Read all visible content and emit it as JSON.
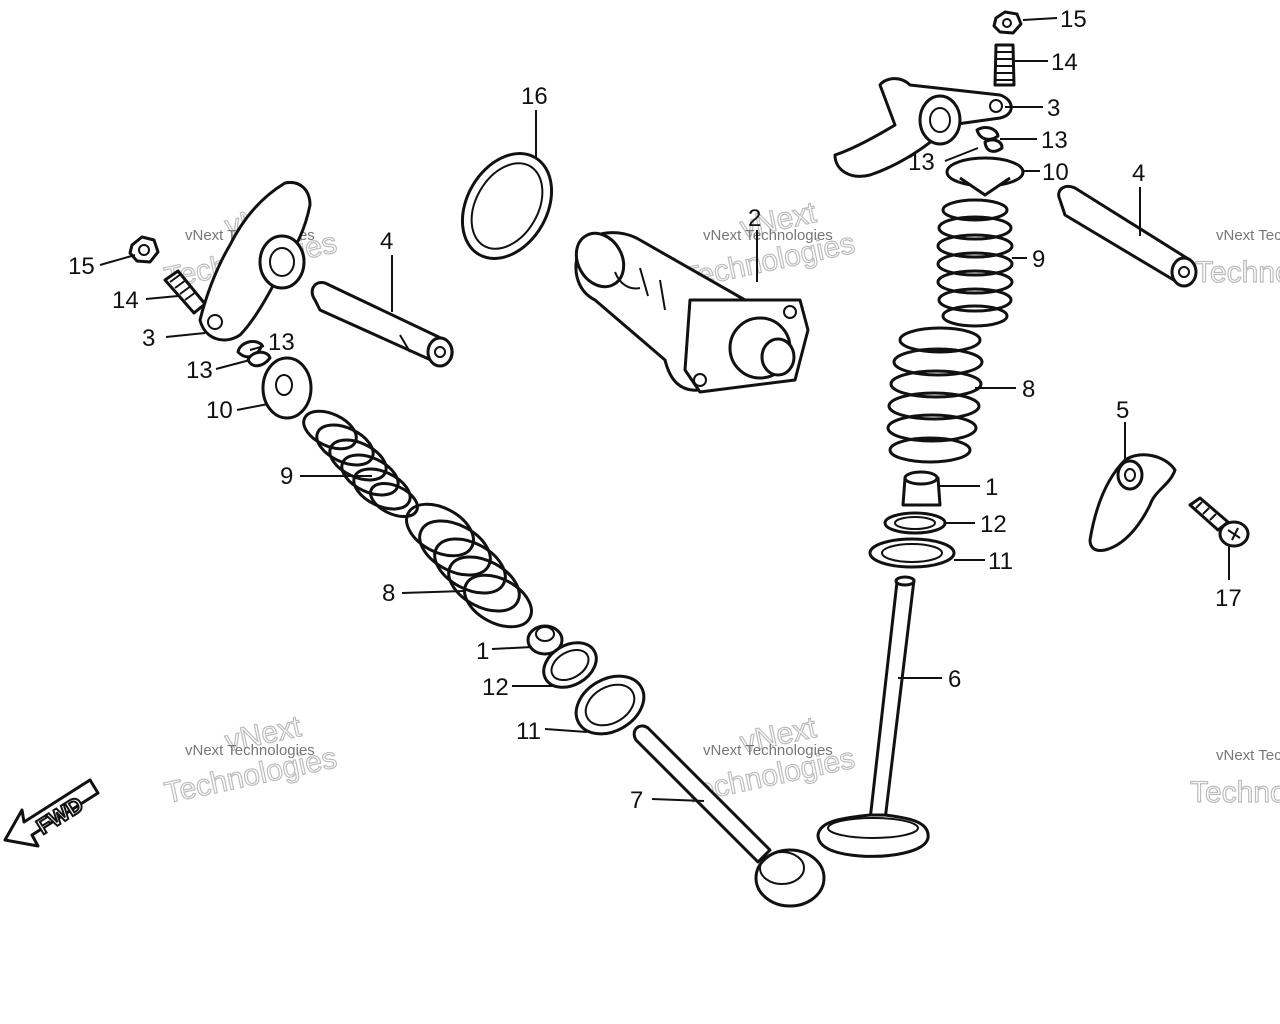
{
  "watermark": {
    "line1": "vNext",
    "line2": "Technologies",
    "caption": "vNext Technologies"
  },
  "fwd_label": "FWD",
  "callouts": [
    "15",
    "14",
    "3",
    "13",
    "13",
    "10",
    "4",
    "9",
    "8",
    "1",
    "12",
    "11",
    "7",
    "16",
    "2",
    "6",
    "5",
    "17"
  ]
}
